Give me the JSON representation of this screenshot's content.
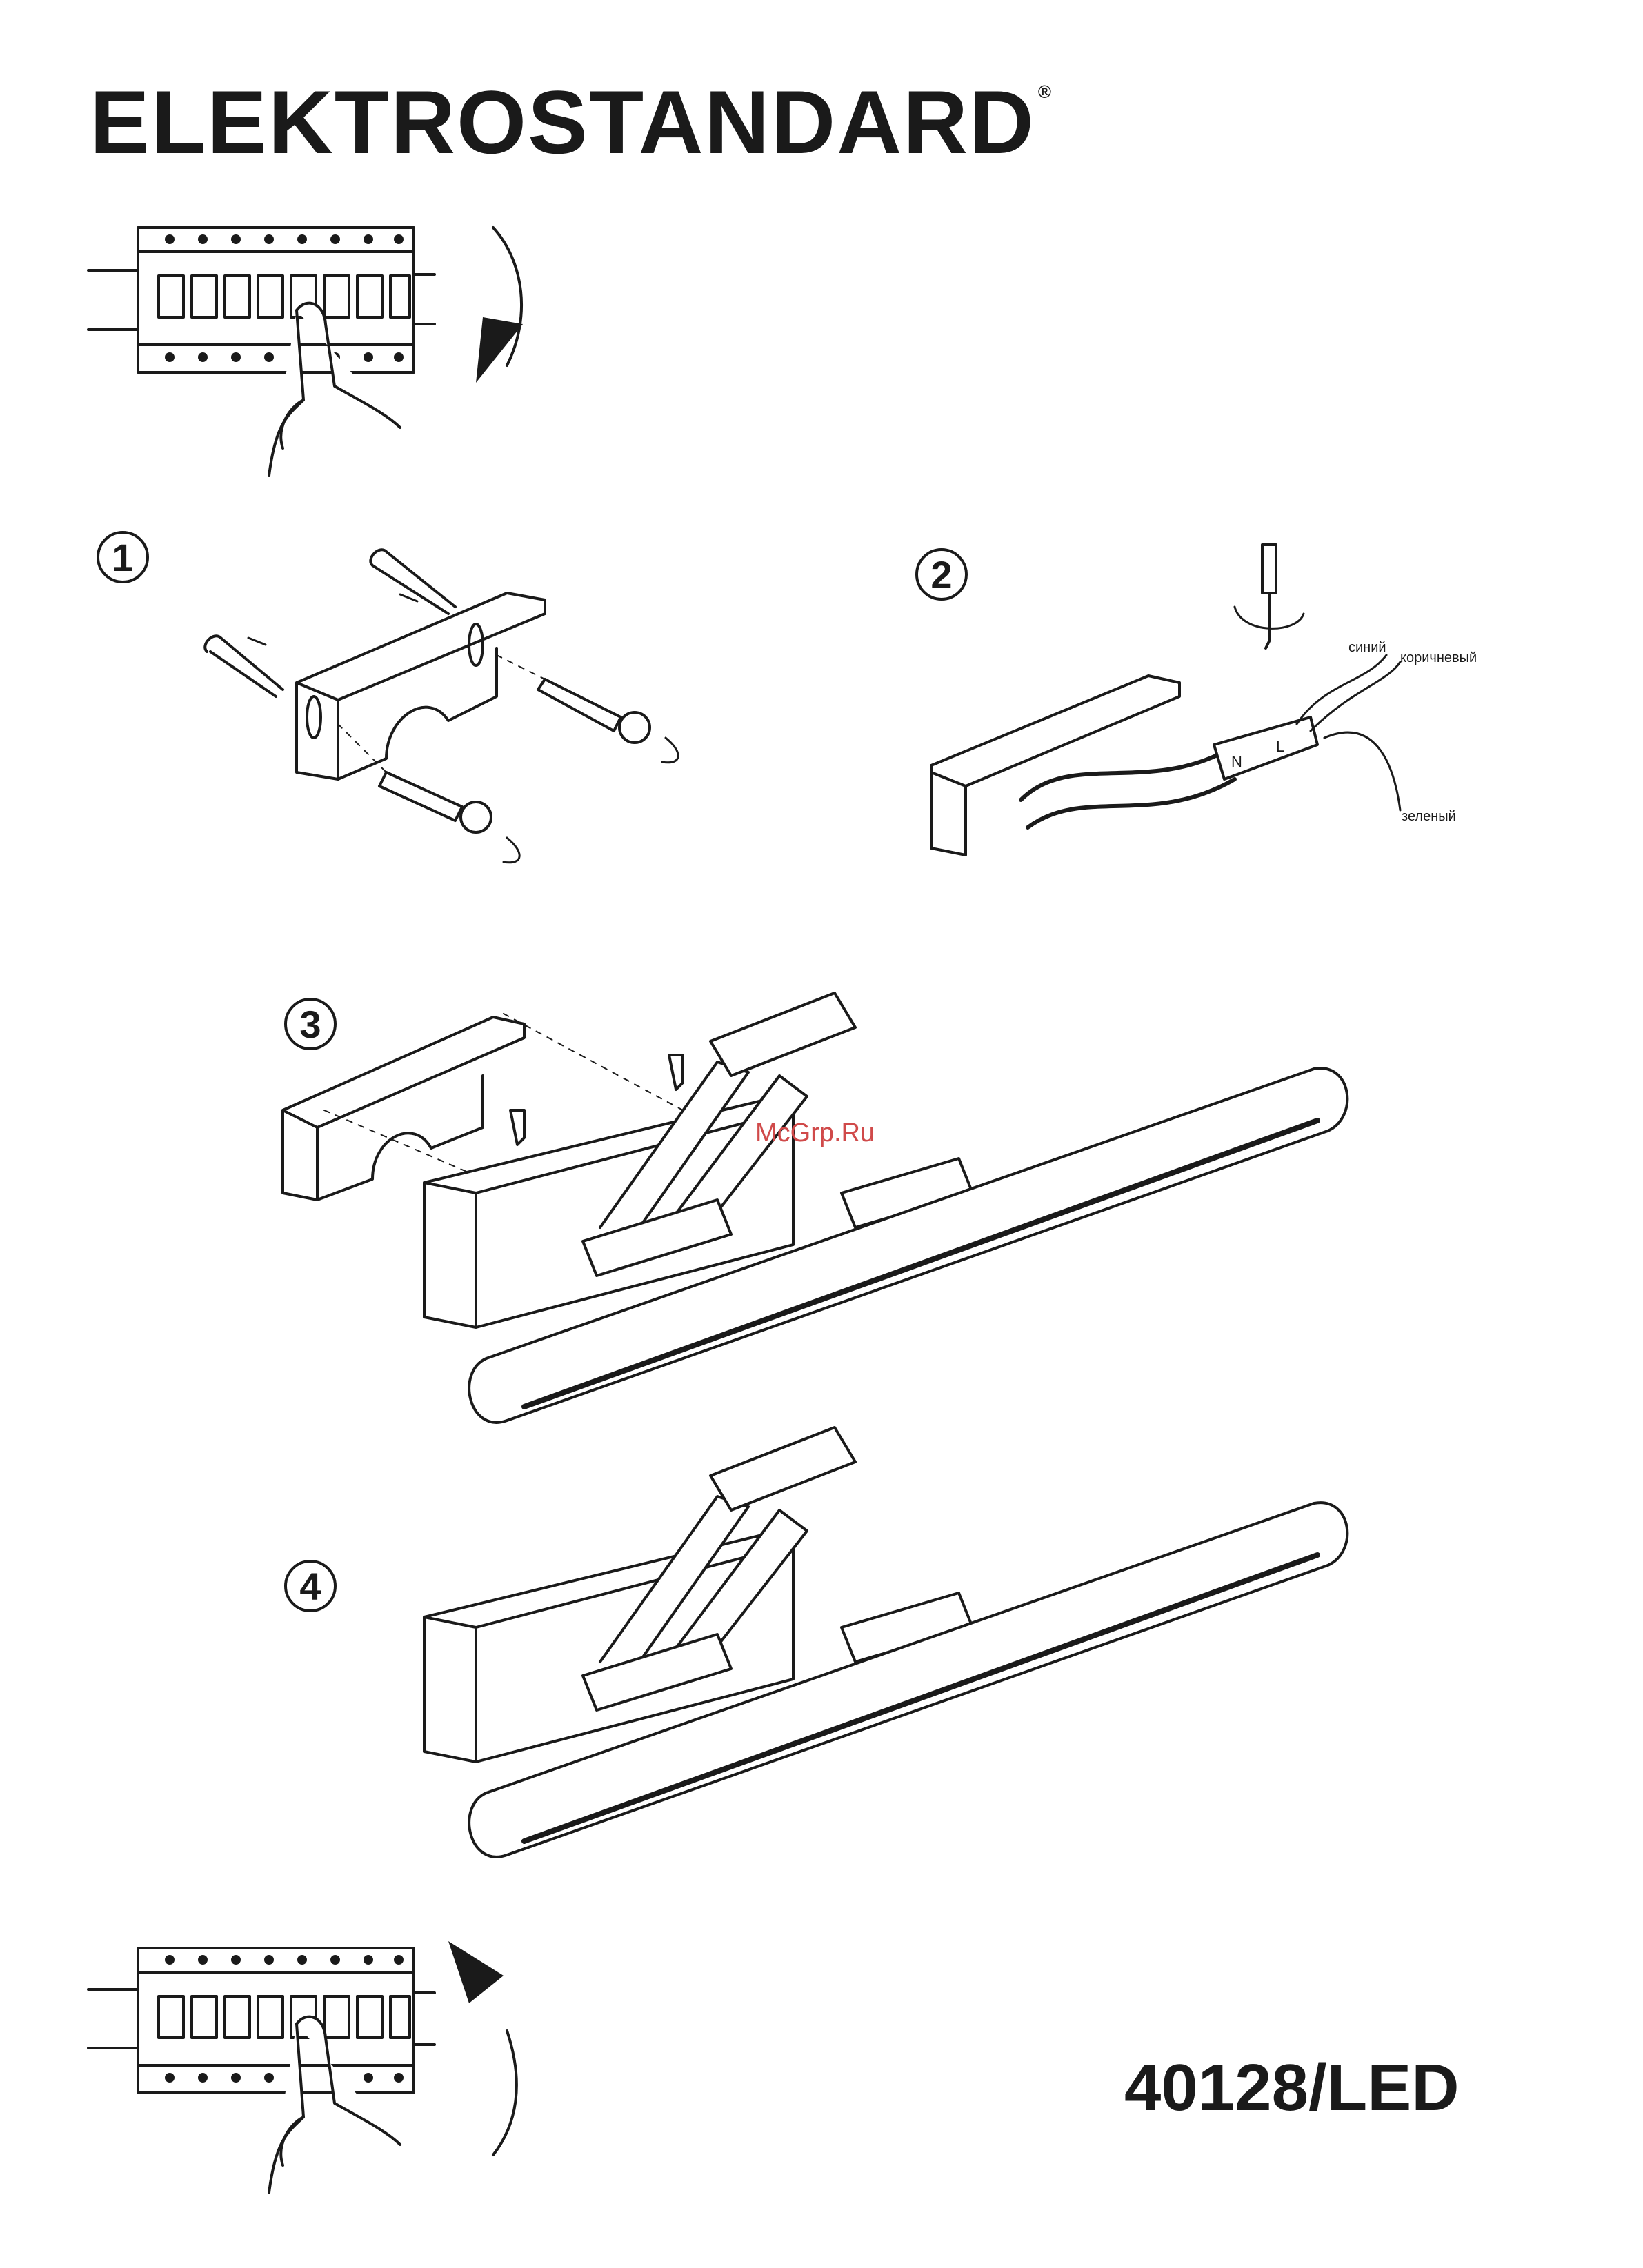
{
  "brand": {
    "name": "ELEKTROSTANDARD",
    "mark": "®"
  },
  "model": "40128/LED",
  "watermark": "McGrp.Ru",
  "steps": [
    {
      "number": "1"
    },
    {
      "number": "2"
    },
    {
      "number": "3"
    },
    {
      "number": "4"
    }
  ],
  "wire_labels": {
    "blue": "синий",
    "brown": "коричневый",
    "green": "зеленый"
  },
  "terminal_labels": {
    "neutral": "N",
    "line": "L"
  },
  "colors": {
    "ink": "#1a1a1a",
    "watermark": "#d04a4a"
  }
}
